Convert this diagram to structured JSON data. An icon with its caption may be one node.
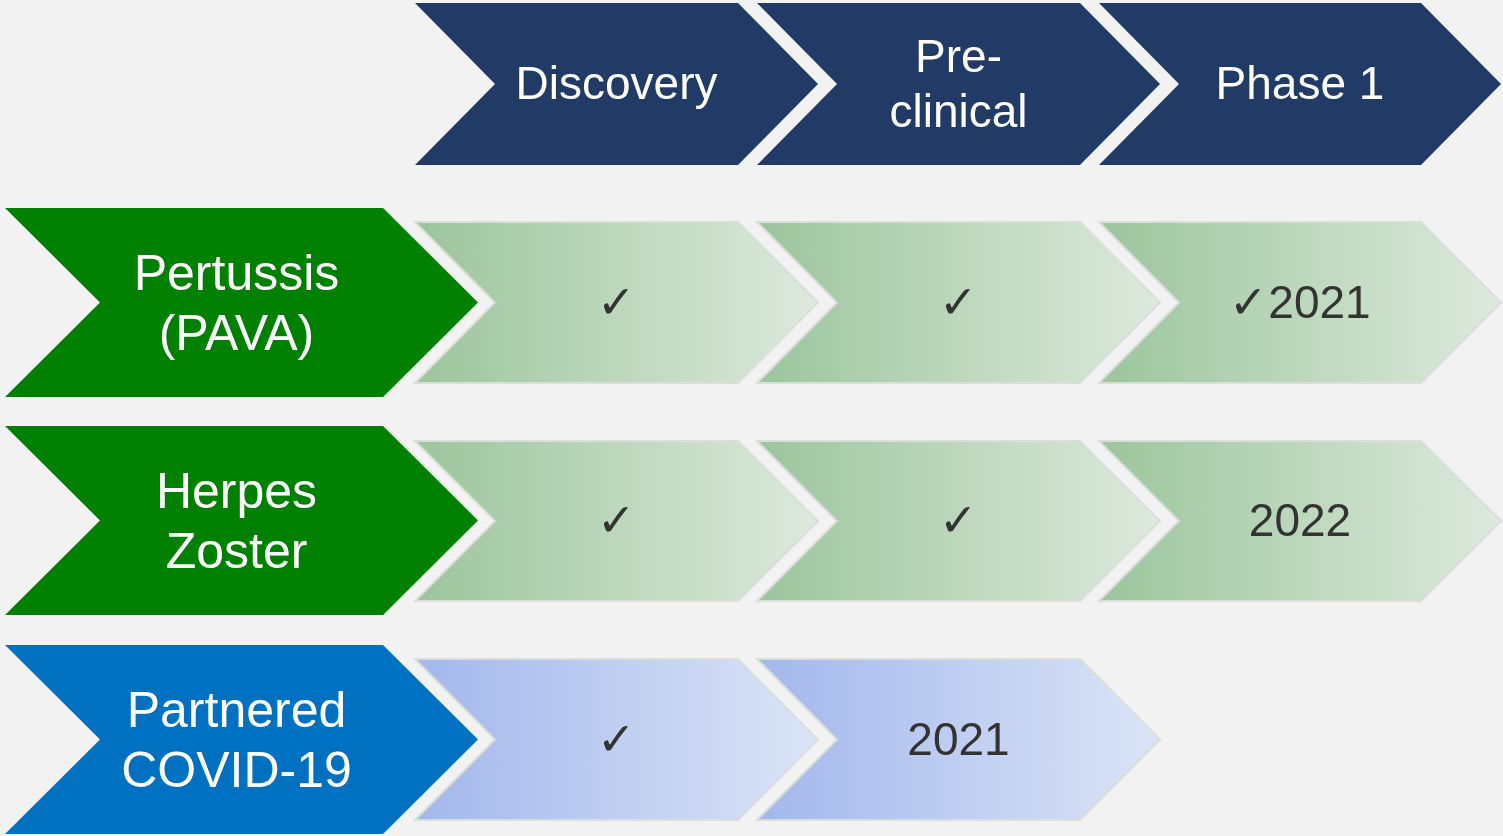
{
  "diagram": {
    "nodes": [
      {
        "text": [
          "Discovery"
        ]
      },
      {
        "text": [
          "Pre-clinical"
        ]
      },
      {
        "text": [
          "Phase 1"
        ]
      },
      {
        "text": [
          "Pertussis (PAVA)"
        ]
      },
      {
        "text": [
          "✓"
        ]
      },
      {
        "text": [
          "✓"
        ]
      },
      {
        "text": [
          "✓2021"
        ]
      },
      {
        "text": [
          "Herpes Zoster"
        ]
      },
      {
        "text": [
          "✓"
        ]
      },
      {
        "text": [
          "✓"
        ]
      },
      {
        "text": [
          "2022"
        ]
      },
      {
        "text": [
          "Partnered COVID-19"
        ]
      },
      {
        "text": [
          "✓"
        ]
      },
      {
        "text": [
          "2021"
        ]
      }
    ]
  }
}
